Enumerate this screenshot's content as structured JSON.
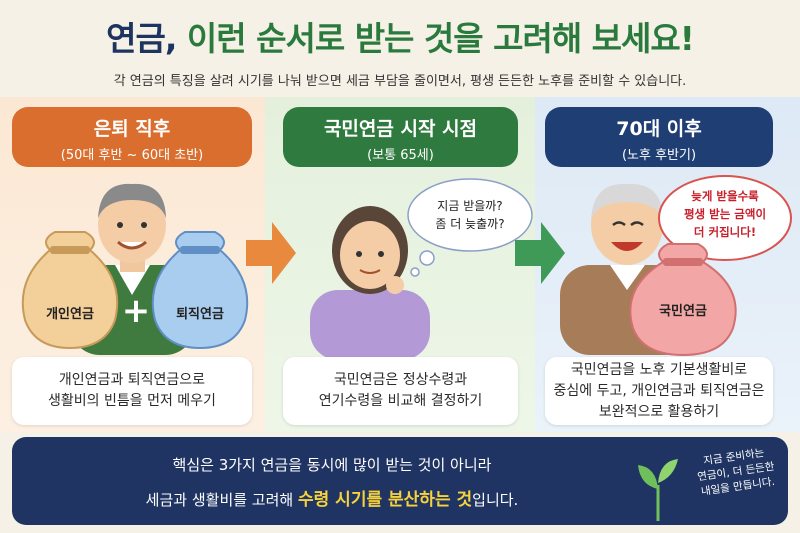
{
  "title": {
    "part1": "연금,",
    "part2": "이런 순서로 받는 것을 고려해 보세요!"
  },
  "subtitle": "각 연금의 특징을 살려 시기를 나눠 받으면 세금 부담을 줄이면서, 평생 든든한 노후를 준비할 수 있습니다.",
  "stages": [
    {
      "title": "은퇴 직후",
      "subtitle": "(50대 후반 ~ 60대 초반)",
      "bag_left": "개인연금",
      "bag_right": "퇴직연금",
      "plus": "+",
      "desc_line1": "개인연금과 퇴직연금으로",
      "desc_line2": "생활비의 빈틈을 먼저 메우기",
      "color": "#d96e2e"
    },
    {
      "title": "국민연금 시작 시점",
      "subtitle": "(보통 65세)",
      "thought_line1": "지금 받을까?",
      "thought_line2": "좀 더 늦출까?",
      "desc_line1": "국민연금은 정상수령과",
      "desc_line2": "연기수령을 비교해 결정하기",
      "color": "#2f7a3f"
    },
    {
      "title": "70대 이후",
      "subtitle": "(노후 후반기)",
      "speech_line1": "늦게 받을수록",
      "speech_line2": "평생 받는 금액이",
      "speech_line3": "더 커집니다!",
      "bag": "국민연금",
      "desc_line1": "국민연금을 노후 기본생활비로",
      "desc_line2": "중심에 두고, 개인연금과 퇴직연금은",
      "desc_line3": "보완적으로 활용하기",
      "color": "#1f3f74"
    }
  ],
  "bottom": {
    "line1": "핵심은 3가지 연금을 동시에 많이 받는 것이 아니라",
    "line2_pre": "세금과 생활비를 고려해 ",
    "line2_highlight": "수령 시기를 분산하는 것",
    "line2_post": "입니다.",
    "note_line1": "지금 준비하는",
    "note_line2": "연금이, 더 든든한",
    "note_line3": "내일을 만듭니다."
  },
  "colors": {
    "navy": "#1f3462",
    "green": "#2a7a3e",
    "orange": "#d96e2e",
    "highlight": "#f7d33b"
  },
  "icons": [
    "arrow-right-icon",
    "sprout-icon",
    "money-bag-icon",
    "plus-icon"
  ]
}
